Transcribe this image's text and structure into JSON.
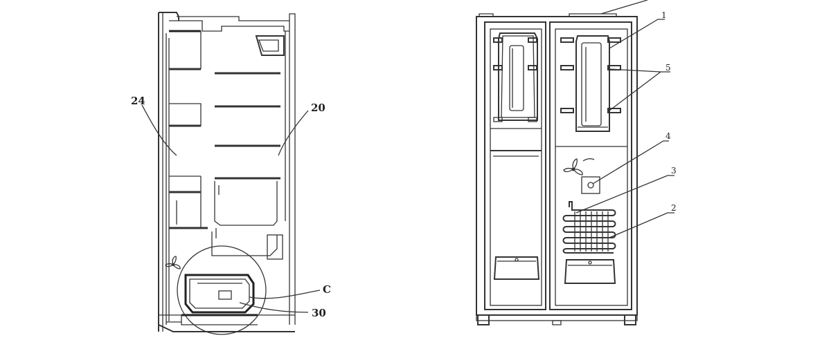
{
  "left_view": {
    "labels": {
      "l24": "24",
      "l20": "20",
      "lC": "C",
      "l30": "30"
    },
    "icons": [
      "fan-icon"
    ]
  },
  "right_view": {
    "labels": {
      "r1": "1",
      "r5": "5",
      "r4": "4",
      "r3": "3",
      "r2": "2"
    },
    "icons": [
      "fan-icon",
      "condenser-coil",
      "evaporator-tray"
    ]
  }
}
